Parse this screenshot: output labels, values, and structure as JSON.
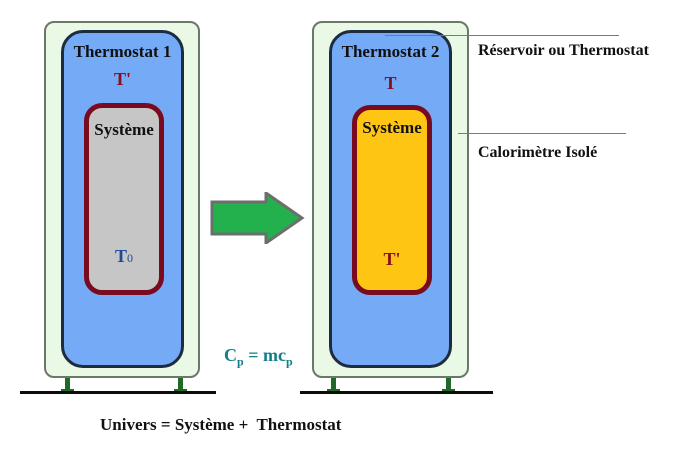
{
  "diagram": {
    "left_unit": {
      "thermostat_title": "Thermostat 1",
      "thermostat_temperature": "T'",
      "system_label": "Système",
      "system_temperature_base": "T",
      "system_temperature_subscript": "0",
      "system_color": "#c6c6c6"
    },
    "right_unit": {
      "thermostat_title": "Thermostat 2",
      "thermostat_temperature": "T",
      "system_label": "Système",
      "system_temperature": "T'",
      "system_color": "#fec513"
    },
    "arrow": {
      "direction": "right",
      "color": "#22b14c"
    },
    "callouts": {
      "reservoir_label": "Réservoir ou Thermostat",
      "calorimeter_label": "Calorimètre Isolé"
    },
    "formula": {
      "lhs_base": "C",
      "lhs_sub": "p",
      "equals": " = ",
      "rhs_base": "mc",
      "rhs_sub": "p"
    },
    "caption": "Univers = Système +  Thermostat",
    "colors": {
      "outer_casing": "#eaf8e6",
      "thermostat_fill": "#75aaf6",
      "system_border": "#7a0a1e",
      "temperature_text": "#870c1f",
      "initial_temperature_text": "#1f4a96",
      "formula_text": "#127e8a",
      "legs": "#1f6a25"
    }
  }
}
